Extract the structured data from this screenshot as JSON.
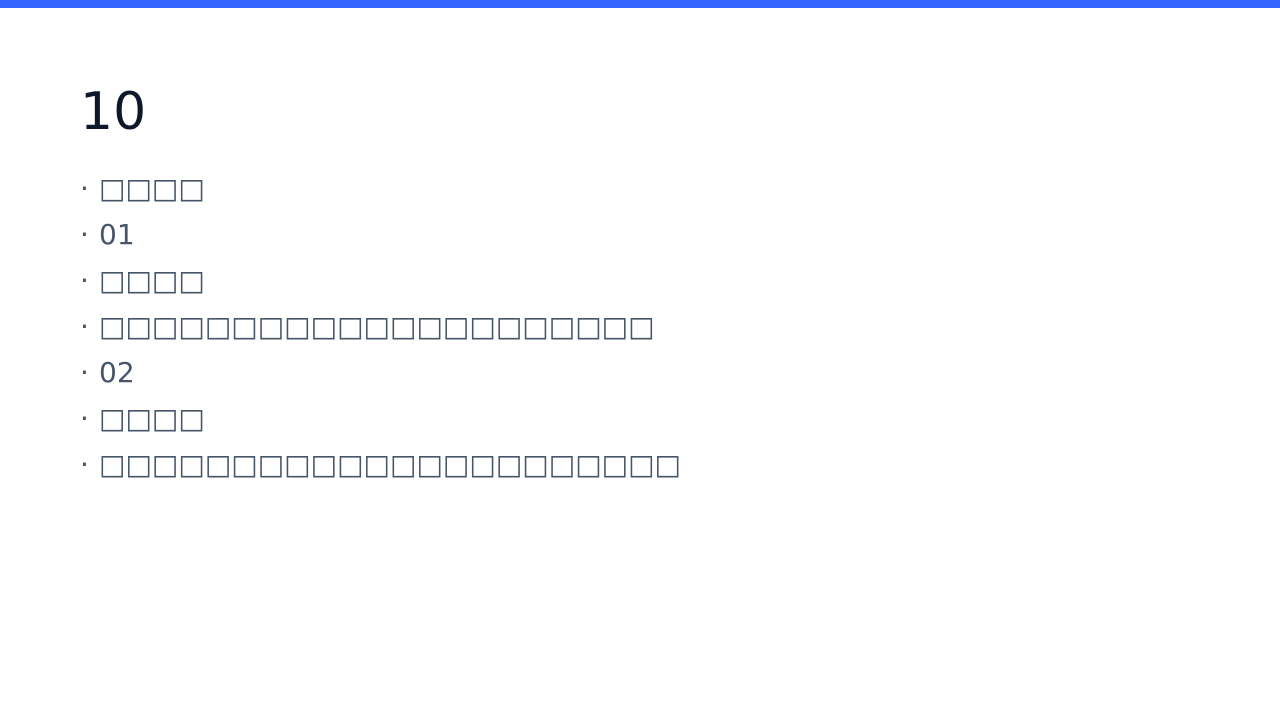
{
  "theme": {
    "accent_bar_color": "#3366ff",
    "title_color": "#0f172a",
    "text_color": "#475569",
    "background": "#ffffff"
  },
  "slide": {
    "title": "10",
    "bullet_marker": "·",
    "bullets": [
      "□□□□",
      "01",
      "□□□□",
      "□□□□□□□□□□□□□□□□□□□□□",
      "02",
      "□□□□",
      "□□□□□□□□□□□□□□□□□□□□□□"
    ]
  }
}
